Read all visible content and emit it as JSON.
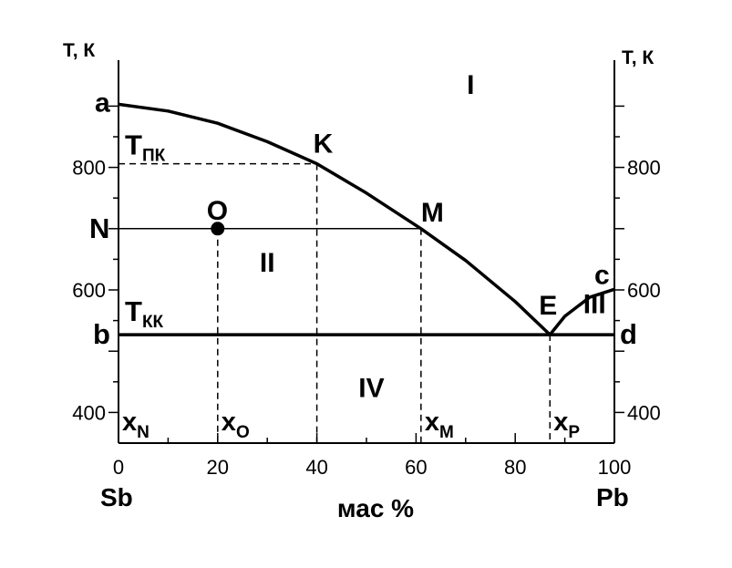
{
  "chart_data": {
    "type": "line",
    "title": "",
    "xlabel": "мас %",
    "ylabel_left": "Т, К",
    "ylabel_right": "Т, К",
    "xlim": [
      0,
      100
    ],
    "ylim": [
      350,
      975
    ],
    "x_ticks": [
      0,
      20,
      40,
      60,
      80,
      100
    ],
    "x_tick_labels": [
      "0",
      "20",
      "40",
      "60",
      "80",
      "100"
    ],
    "y_ticks": [
      400,
      600,
      800
    ],
    "y_tick_labels": [
      "400",
      "600",
      "800"
    ],
    "grid": false,
    "endpoint_left": "Sb",
    "endpoint_right": "Pb",
    "series": [
      {
        "name": "liquidus-aE",
        "x": [
          0,
          10,
          20,
          30,
          40,
          50,
          61,
          70,
          80,
          87
        ],
        "y": [
          903,
          892,
          872,
          842,
          806,
          758,
          700,
          648,
          581,
          527
        ]
      },
      {
        "name": "liquidus-Ec",
        "x": [
          87,
          90,
          95,
          100
        ],
        "y": [
          527,
          557,
          588,
          601
        ]
      },
      {
        "name": "eutectic-bd",
        "x": [
          0,
          100
        ],
        "y": [
          527,
          527
        ]
      }
    ],
    "points": [
      {
        "label": "a",
        "x": 0,
        "y": 903
      },
      {
        "label": "K",
        "x": 40,
        "y": 806
      },
      {
        "label": "M",
        "x": 61,
        "y": 700
      },
      {
        "label": "E",
        "x": 87,
        "y": 527
      },
      {
        "label": "c",
        "x": 100,
        "y": 601
      },
      {
        "label": "O",
        "x": 20,
        "y": 700
      }
    ],
    "edge_labels": {
      "N": "N",
      "b": "b",
      "d": "d"
    },
    "temperature_labels": {
      "T_pk": {
        "main": "Т",
        "sub": "ПК"
      },
      "T_kk": {
        "main": "Т",
        "sub": "КК"
      }
    },
    "composition_labels": [
      {
        "main": "x",
        "sub": "N",
        "x": 0
      },
      {
        "main": "x",
        "sub": "O",
        "x": 20
      },
      {
        "main": "x",
        "sub": "M",
        "x": 61
      },
      {
        "main": "x",
        "sub": "P",
        "x": 87
      }
    ],
    "regions": [
      {
        "label": "I",
        "x": 71,
        "y": 920
      },
      {
        "label": "II",
        "x": 30,
        "y": 630
      },
      {
        "label": "III",
        "x": 96,
        "y": 562
      },
      {
        "label": "IV",
        "x": 51,
        "y": 425
      }
    ]
  }
}
